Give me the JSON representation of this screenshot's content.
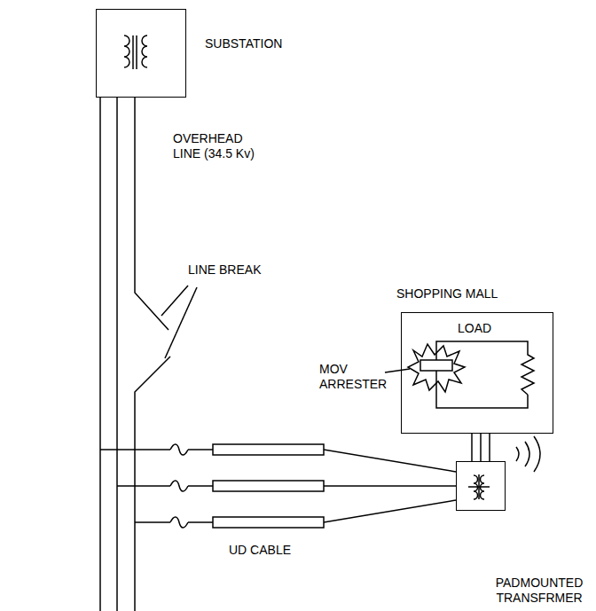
{
  "diagram": {
    "nodes": [
      {
        "text": [
          "SUBSTATION"
        ]
      },
      {
        "text": [
          "SHOPPING MALL"
        ]
      },
      {
        "text": [
          "PADMOUNTED TRANSFRMER"
        ]
      }
    ],
    "edges": [
      {
        "from": 1,
        "to": 2,
        "arrow": "none"
      }
    ],
    "labels": [
      "OVERHEAD LINE (34.5 Kv)",
      "LINE BREAK",
      "MOV ARRESTER",
      "LOAD",
      "UD CABLE"
    ]
  }
}
